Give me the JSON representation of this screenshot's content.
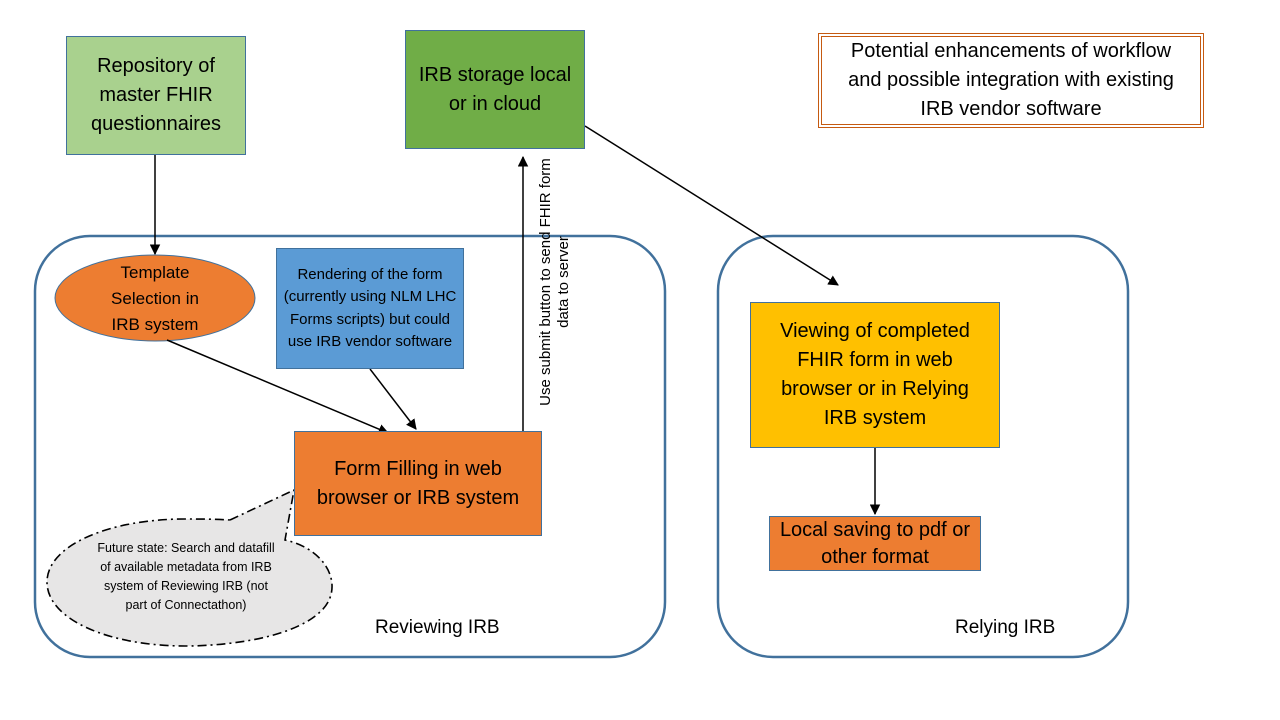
{
  "nodes": {
    "repository": "Repository of master FHIR questionnaires",
    "storage": "IRB storage local or in cloud",
    "enhancements": "Potential enhancements of workflow and possible integration with existing IRB vendor software",
    "template": "Template Selection in IRB system",
    "rendering": "Rendering of the form (currently using NLM LHC Forms scripts) but could use IRB vendor software",
    "form_filling": "Form Filling in web browser or IRB system",
    "future_state": "Future state: Search and datafill  of available metadata from IRB system of Reviewing IRB (not part of Connectathon)",
    "viewing": "Viewing of completed FHIR form in web browser or in Relying IRB system",
    "local_saving": "Local saving to pdf or other format"
  },
  "edge_label": "Use submit button to send FHIR form data to server",
  "groups": {
    "reviewing": "Reviewing IRB",
    "relying": "Relying IRB"
  },
  "colors": {
    "light_green": "#a9d18e",
    "green": "#70ad47",
    "orange": "#ed7d31",
    "blue": "#5b9bd5",
    "gold": "#ffc000",
    "grey": "#e7e6e6",
    "group_border": "#41719c",
    "enhancement_border": "#c55a11"
  }
}
